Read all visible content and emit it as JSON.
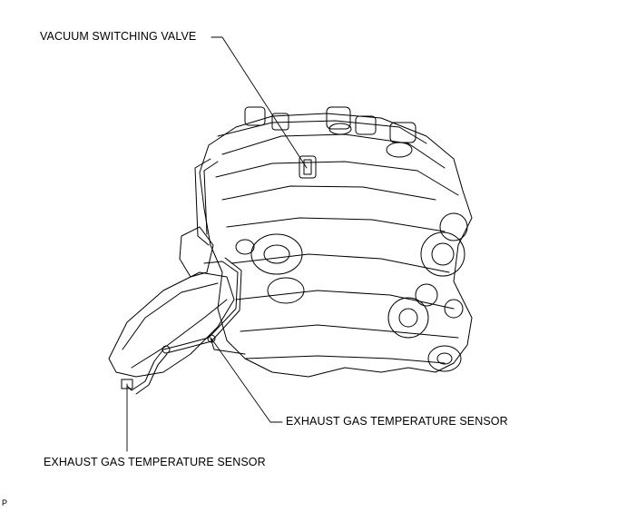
{
  "labels": {
    "vacuum_switching_valve": "VACUUM SWITCHING VALVE",
    "exhaust_gas_sensor_right": "EXHAUST GAS TEMPERATURE SENSOR",
    "exhaust_gas_sensor_left": "EXHAUST GAS TEMPERATURE SENSOR"
  },
  "figure_code": "P"
}
